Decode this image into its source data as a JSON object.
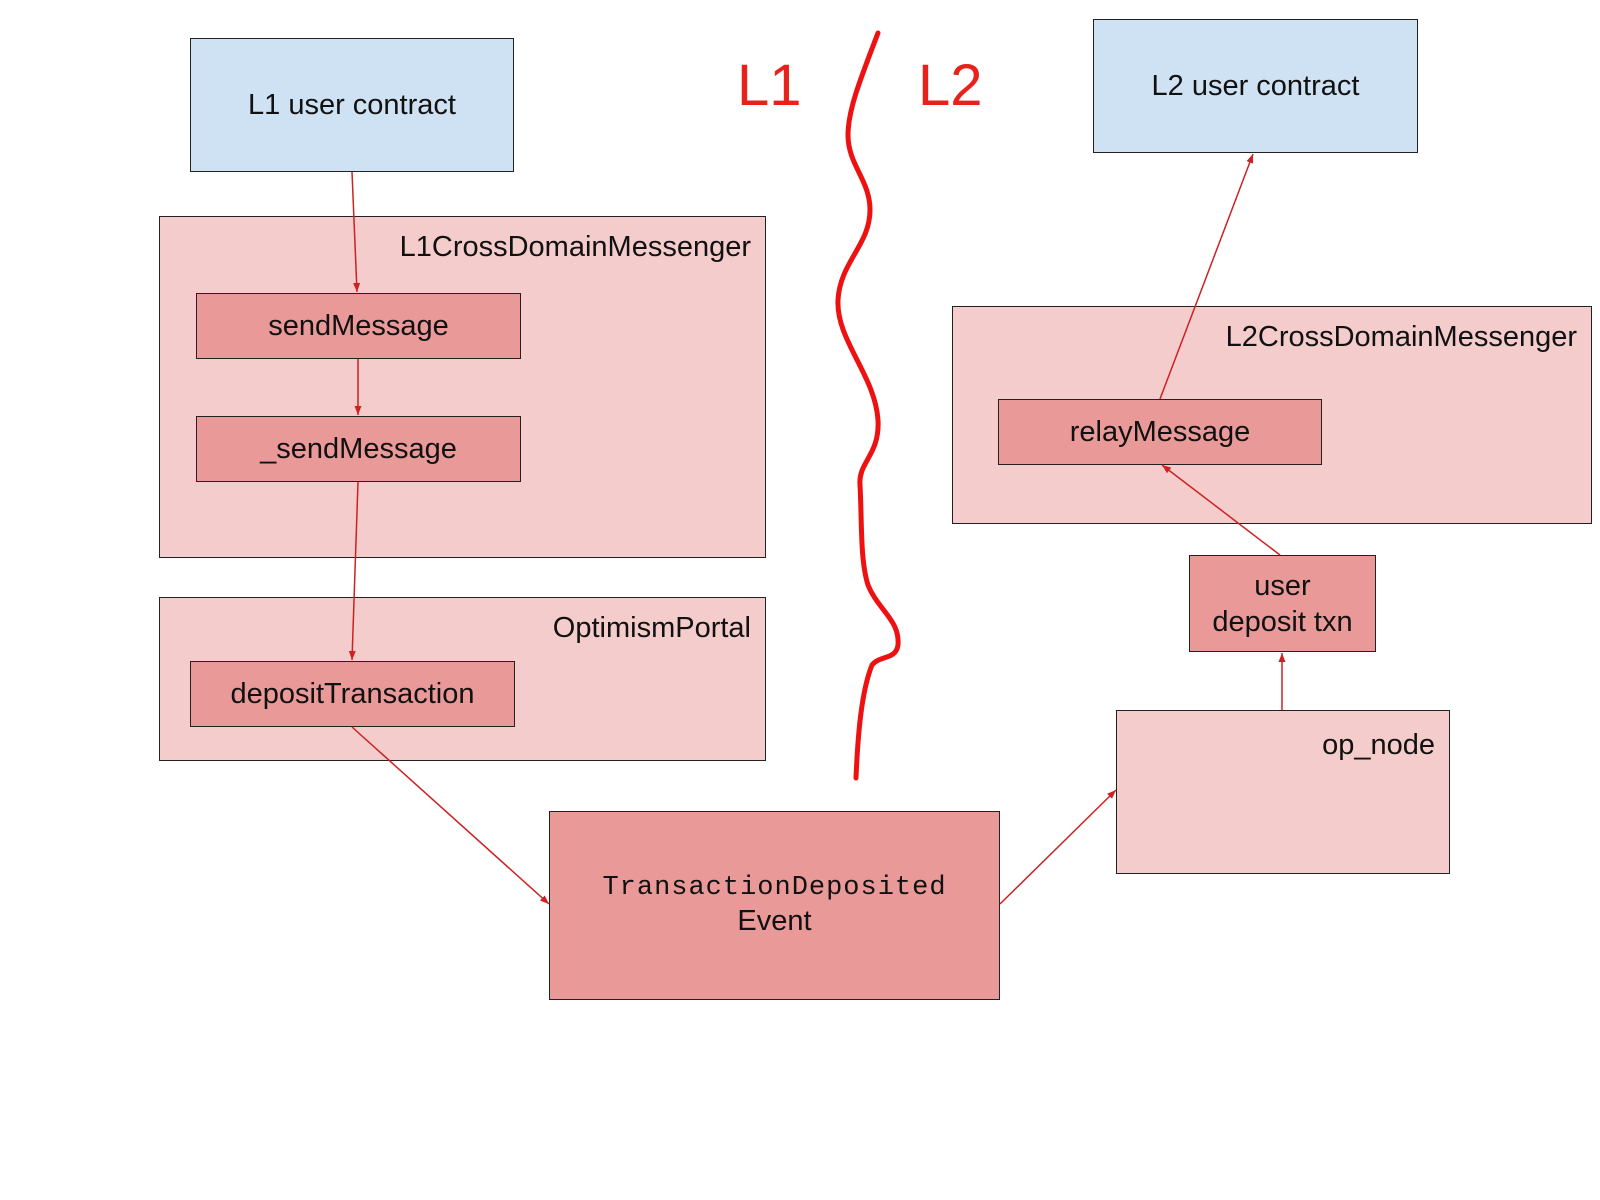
{
  "regions": {
    "left": "L1",
    "right": "L2",
    "color": "#e8221b"
  },
  "l1_user_contract": "L1 user contract",
  "l2_user_contract": "L2 user contract",
  "l1_messenger": {
    "title": "L1CrossDomainMessenger",
    "send_message": "sendMessage",
    "internal_send_message": "_sendMessage"
  },
  "portal": {
    "title": "OptimismPortal",
    "deposit_transaction": "depositTransaction"
  },
  "event": {
    "name": "TransactionDeposited",
    "suffix": "Event"
  },
  "op_node": "op_node",
  "user_deposit_txn": {
    "line1": "user",
    "line2": "deposit txn"
  },
  "l2_messenger": {
    "title": "L2CrossDomainMessenger",
    "relay_message": "relayMessage"
  },
  "colors": {
    "blue": "#cfe2f3",
    "container": "#f4cccc",
    "function": "#ea9999",
    "arrow": "#cc2222"
  }
}
